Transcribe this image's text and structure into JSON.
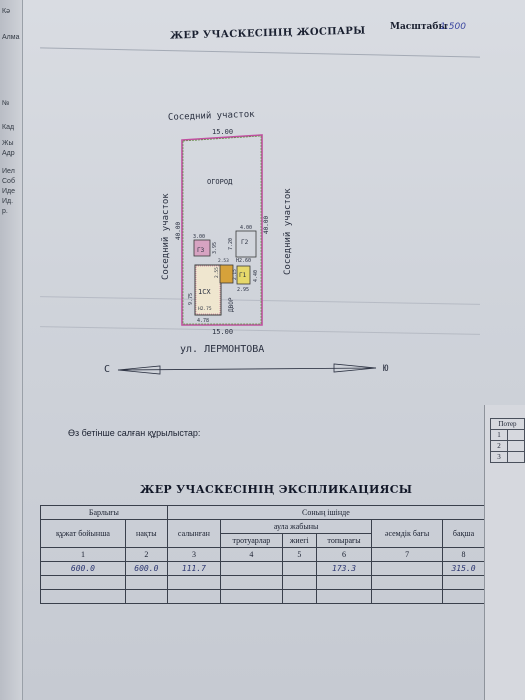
{
  "header": {
    "title": "ЖЕР УЧАСКЕСІНІҢ ЖОСПАРЫ",
    "scale_label": "Масштабы",
    "scale_value": "1:500"
  },
  "plan": {
    "top_neighbor": "Соседний участок",
    "left_neighbor": "Соседний участок",
    "right_neighbor": "Соседний участок",
    "top_width": "15.00",
    "bottom_width": "15.00",
    "left_length": "40.00",
    "right_length": "40.00",
    "garden": "ОГОРОД",
    "yard": "ДВОР",
    "g3_label": "Г3",
    "g2_label": "Г2",
    "g1_label": "Г1",
    "house_label": "1СХ",
    "dim_300": "3.00",
    "dim_400": "4.00",
    "dim_395": "3.95",
    "dim_720": "7.20",
    "dim_h260": "H2.60",
    "dim_295": "2.95",
    "dim_440": "4.40",
    "dim_975": "9.75",
    "dim_478": "4.78",
    "dim_h275": "H2.75",
    "dim_253": "2.53",
    "dim_255": "2.55",
    "dim_215": "2.15",
    "street": "ул. ЛЕРМОНТОВА",
    "south": "С",
    "north": "Ю"
  },
  "built_label": "Өз бетінше салған құрылыстар:",
  "explication": {
    "title": "ЖЕР УЧАСКЕСІНІҢ ЭКСПЛИКАЦИЯСЫ",
    "h_total": "Барлығы",
    "h_including": "Соның ішінде",
    "h_by_doc": "құжат бойынша",
    "h_actual": "нақты",
    "h_built": "салынған",
    "h_yard_cover": "аула жабыны",
    "h_decor": "әсемдік бағы",
    "h_garden": "бақша",
    "h_sidewalks": "тротуарлар",
    "h_grass": "жиегі",
    "h_soil": "топырағы",
    "col_nums": [
      "1",
      "2",
      "3",
      "4",
      "5",
      "6",
      "7",
      "8"
    ],
    "row_values": [
      "600.0",
      "600.0",
      "111.7",
      "",
      "",
      "173.3",
      "",
      "315.0"
    ]
  },
  "side_table": {
    "header": "Потер",
    "rows": [
      "1",
      "2",
      "3"
    ]
  },
  "left_strip": [
    "Кә",
    "Алма",
    "№",
    "Кад",
    "Жы",
    "Адр",
    "Иел",
    "Соб",
    "Иде",
    "Ид.",
    "р."
  ]
}
